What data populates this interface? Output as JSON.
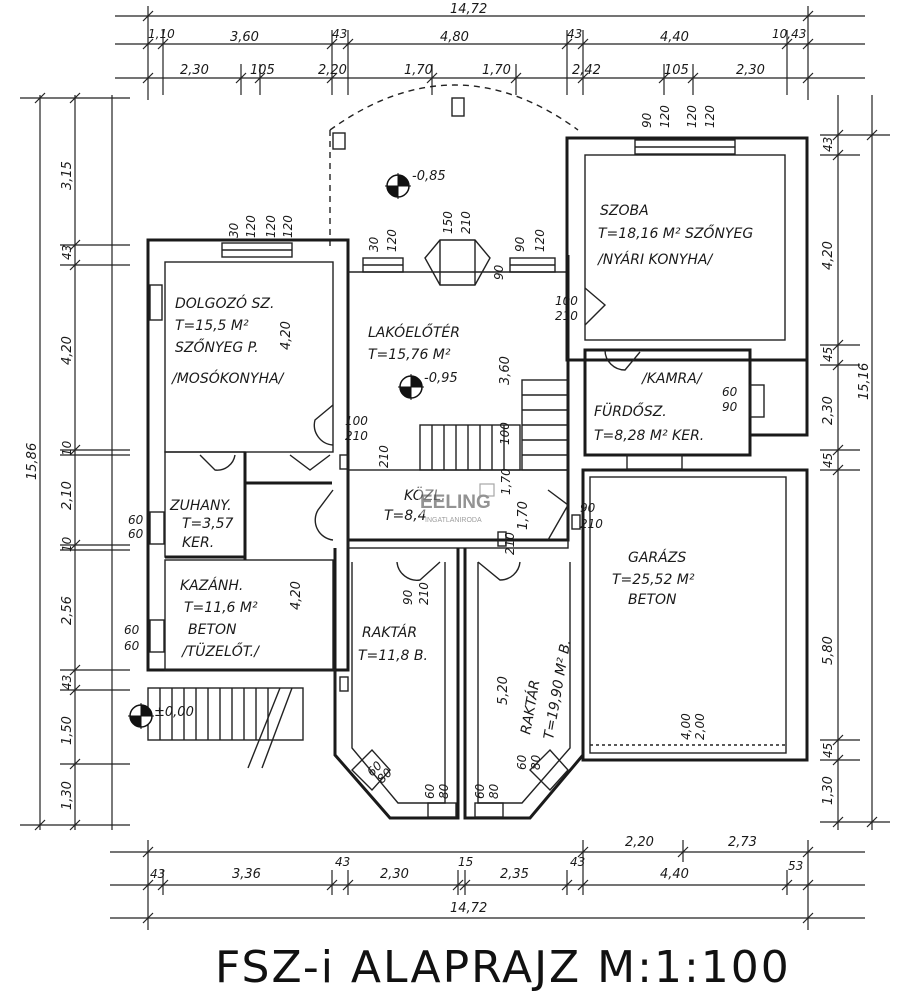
{
  "title": "FSZ-i ALAPRAJZ M:1:100",
  "watermark": {
    "brand": "EELING",
    "sub": "INGATLANIRODA"
  },
  "dimensions": {
    "top_total": "14,72",
    "top_row1": [
      "1,10",
      "3,60",
      "43",
      "4,80",
      "43",
      "4,40",
      "10,43"
    ],
    "top_row2": [
      "2,30",
      "105",
      "2,20",
      "1,70",
      "1,70",
      "2,42",
      "105",
      "2,30"
    ],
    "bottom_row1": [
      "2,20",
      "2,73"
    ],
    "bottom_row2": [
      "43",
      "3,36",
      "43",
      "2,30",
      "15",
      "2,35",
      "43",
      "4,40",
      "53"
    ],
    "bottom_total": "14,72",
    "left_total": "15,86",
    "left_segments": [
      "3,15",
      "43",
      "4,20",
      "10",
      "2,10",
      "10",
      "2,56",
      "43",
      "1,50",
      "1,30"
    ],
    "right_total": "15,16",
    "right_segments": [
      "43",
      "4,20",
      "45",
      "2,30",
      "45",
      "5,80",
      "45",
      "1,30"
    ]
  },
  "levels": {
    "upper": "-0,85",
    "living": "-0,95",
    "entry": "±0,00"
  },
  "rooms": {
    "dolgozo": {
      "name": "DOLGOZÓ SZ.",
      "area": "T=15,5 M²",
      "floor": "SZŐNYEG P.",
      "note": "/MOSÓKONYHA/",
      "h": "4,20"
    },
    "lakoter": {
      "name": "LAKÓELŐTÉR",
      "area": "T=15,76 M²"
    },
    "szoba": {
      "name": "SZOBA",
      "area": "T=18,16 M² SZŐNYEG",
      "note": "/NYÁRI KONYHA/"
    },
    "kamra": {
      "name": "/KAMRA/"
    },
    "furdo": {
      "name": "FÜRDŐSZ.",
      "area": "T=8,28 M² KER."
    },
    "zuhany": {
      "name": "ZUHANY.",
      "area": "T=3,57",
      "floor": "KER."
    },
    "kazan": {
      "name": "KAZÁNH.",
      "area": "T=11,6 M²",
      "floor": "BETON",
      "note": "/TÜZELŐT./"
    },
    "kozl": {
      "name": "KÖZL.",
      "area": "T=8,4"
    },
    "garazs": {
      "name": "GARÁZS",
      "area": "T=25,52 M²",
      "floor": "BETON"
    },
    "raktar1": {
      "name": "RAKTÁR",
      "area": "T=11,8 B."
    },
    "raktar2": {
      "name": "RAKTÁR",
      "area": "T=19,90 M² B."
    }
  },
  "openings": {
    "w_dolgozo": [
      "30",
      "120",
      "120",
      "120"
    ],
    "w_lako": [
      "30",
      "120"
    ],
    "w_bay": [
      "150",
      "210"
    ],
    "w_lako2": [
      "90",
      "120"
    ],
    "w_szoba": [
      "90",
      "120",
      "120",
      "120"
    ],
    "d_lako": [
      "100",
      "210"
    ],
    "d_szoba": [
      "100",
      "210"
    ],
    "d_kamra": [
      "60",
      "90"
    ],
    "d_zuhany": [
      "60",
      "60"
    ],
    "d_kazan": [
      "60",
      "60"
    ],
    "d_garazs": [
      "90",
      "210"
    ],
    "d_raktar": [
      "90",
      "210"
    ],
    "d_raktar2": [
      "90",
      "210"
    ],
    "w_raktar": [
      "60",
      "80"
    ],
    "w_raktar_b": [
      "60",
      "80"
    ],
    "w_raktar_c": [
      "60",
      "80"
    ],
    "w_raktar_d": [
      "60",
      "80"
    ],
    "misc_kozl": [
      "1,70",
      "100",
      "210",
      "90",
      "210"
    ],
    "garazs_door": [
      "4,00",
      "2,00"
    ],
    "kazan_h": "4,20",
    "raktar_h": "5,20",
    "lako_h": "3,60",
    "step": "1,70"
  }
}
